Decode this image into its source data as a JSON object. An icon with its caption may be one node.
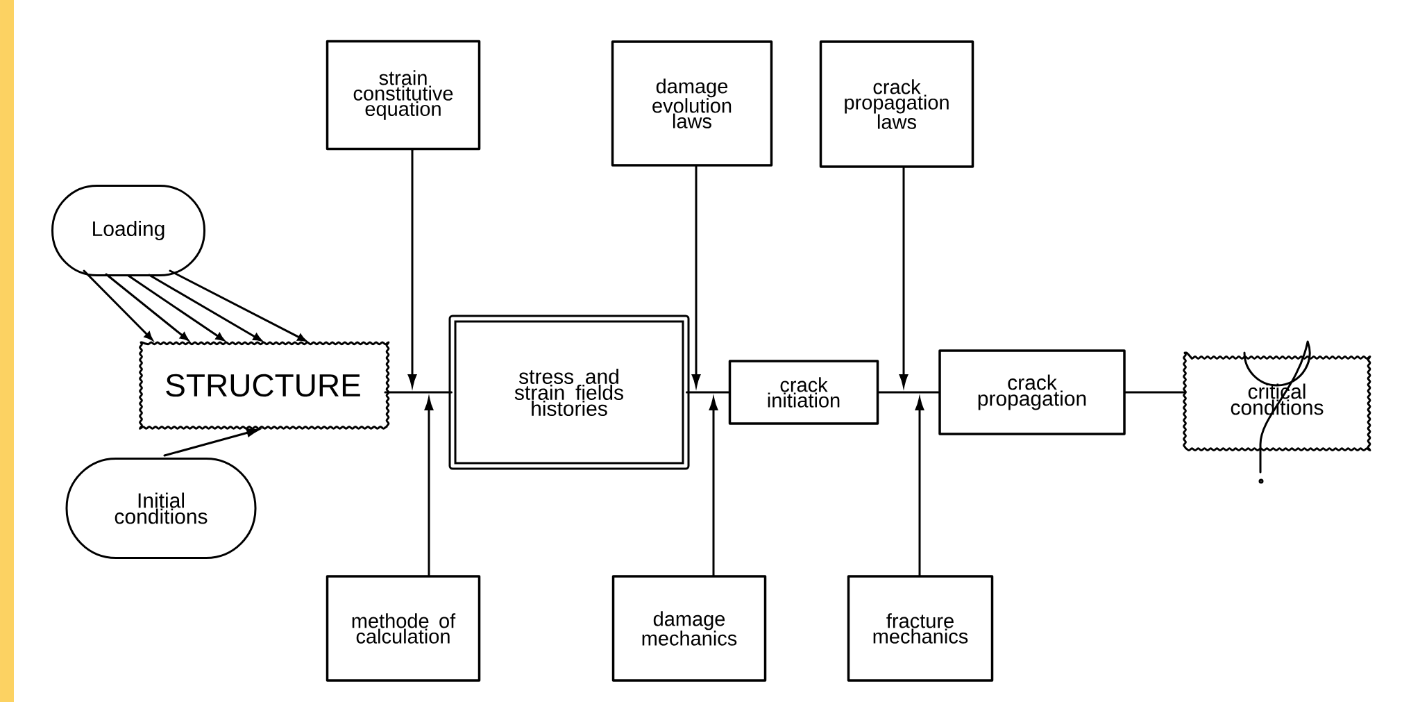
{
  "diagram": {
    "nodes": [
      {
        "text": [
          "Loading"
        ]
      },
      {
        "text": [
          "strain constitutive equation"
        ]
      },
      {
        "text": [
          "damage evolution laws"
        ]
      },
      {
        "text": [
          "crack propagation laws"
        ]
      },
      {
        "text": [
          "STRUCTURE"
        ]
      },
      {
        "text": [
          "stress and strain fields histories"
        ]
      },
      {
        "text": [
          "crack initiation"
        ]
      },
      {
        "text": [
          "crack propagation"
        ]
      },
      {
        "text": [
          "critical conditions"
        ]
      },
      {
        "text": [
          "Initial conditions"
        ]
      },
      {
        "text": [
          "methode of calculation"
        ]
      },
      {
        "text": [
          "damage mechanics"
        ]
      },
      {
        "text": [
          "fracture mechanics"
        ]
      }
    ],
    "edges": [
      {
        "from": 0,
        "to": 4,
        "arrow": "to"
      },
      {
        "from": 0,
        "to": 4,
        "arrow": "to"
      },
      {
        "from": 0,
        "to": 4,
        "arrow": "to"
      },
      {
        "from": 0,
        "to": 4,
        "arrow": "to"
      },
      {
        "from": 0,
        "to": 4,
        "arrow": "to"
      },
      {
        "from": 9,
        "to": 4,
        "arrow": "to"
      },
      {
        "from": 4,
        "to": 5,
        "arrow": "none"
      },
      {
        "from": 5,
        "to": 6,
        "arrow": "none"
      },
      {
        "from": 6,
        "to": 7,
        "arrow": "none"
      },
      {
        "from": 7,
        "to": 8,
        "arrow": "none"
      },
      {
        "from": 1,
        "to": null,
        "arrow": "to"
      },
      {
        "from": 10,
        "to": null,
        "arrow": "to"
      },
      {
        "from": 2,
        "to": 5,
        "arrow": "to"
      },
      {
        "from": 11,
        "to": 6,
        "arrow": "to"
      },
      {
        "from": 3,
        "to": null,
        "arrow": "to"
      },
      {
        "from": 12,
        "to": 7,
        "arrow": "to"
      }
    ]
  }
}
